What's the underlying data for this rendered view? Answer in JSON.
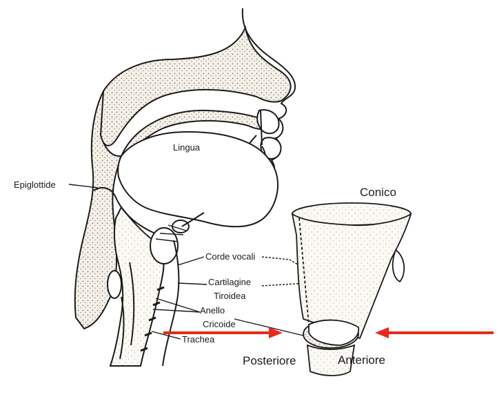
{
  "labels": {
    "lingua": "Lingua",
    "epiglottide": "Epiglottide",
    "corde_vocali": "Corde vocali",
    "cartilagine": "Cartilagine",
    "tiroidea": "Tiroidea",
    "anello": "Anello",
    "cricoide": "Cricoide",
    "trachea": "Trachea",
    "conico": "Conico",
    "posteriore": "Posteriore",
    "anteriore": "Anteriore"
  },
  "colors": {
    "arrow": "#e8291c",
    "ink": "#1a1a1a",
    "tissue": "#f3efe6"
  }
}
